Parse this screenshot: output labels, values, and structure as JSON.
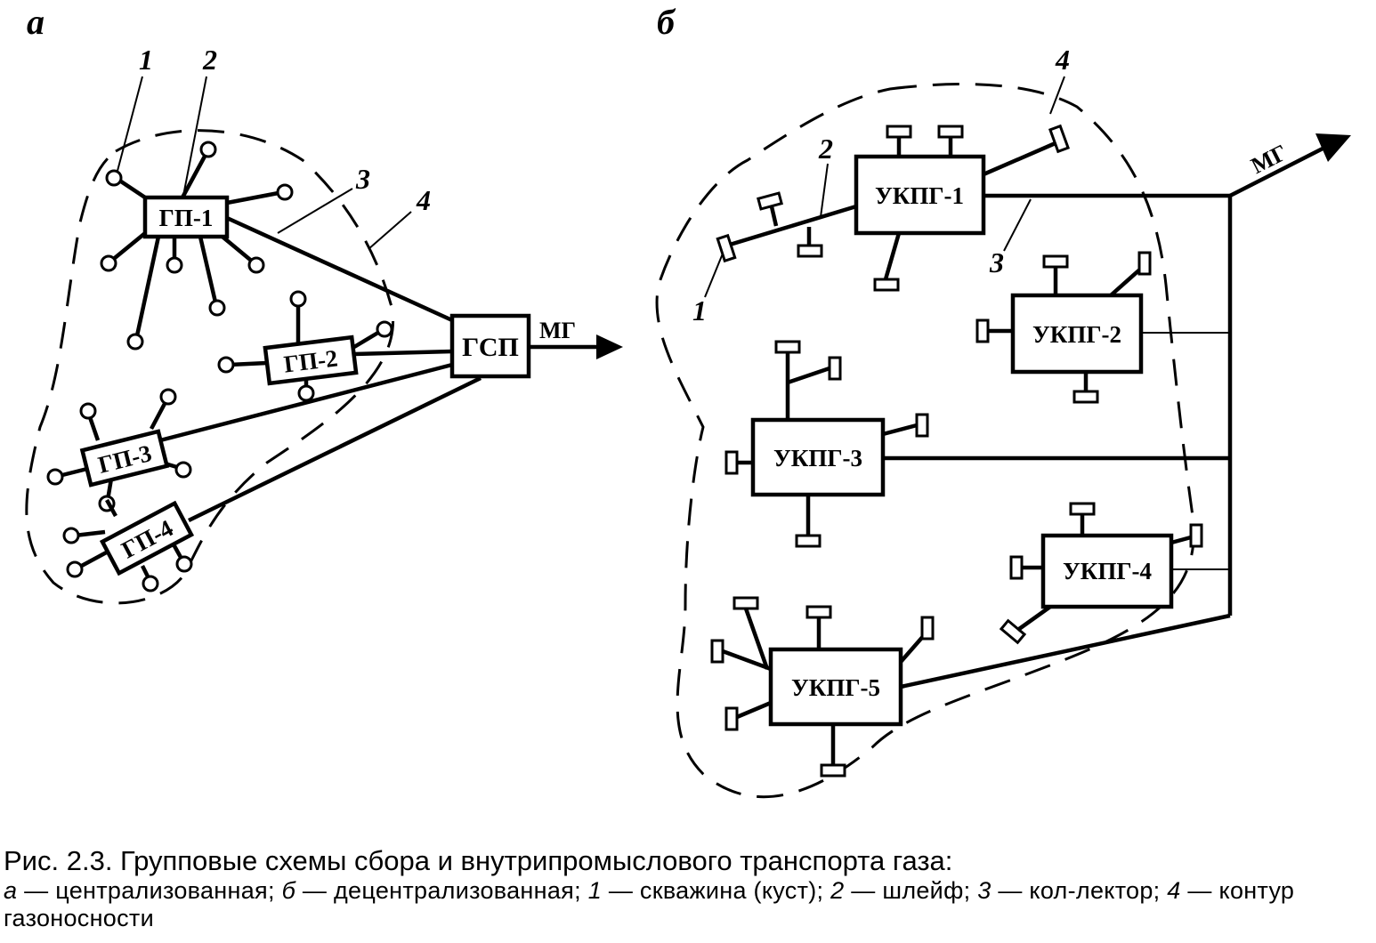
{
  "panels": {
    "a": {
      "letter": "а",
      "callouts": [
        "1",
        "2",
        "3",
        "4"
      ],
      "stations": [
        "ГП-1",
        "ГП-2",
        "ГП-3",
        "ГП-4"
      ],
      "central": "ГСП",
      "outlet": "МГ"
    },
    "b": {
      "letter": "б",
      "callouts": [
        "1",
        "2",
        "3",
        "4"
      ],
      "stations": [
        "УКПГ-1",
        "УКПГ-2",
        "УКПГ-3",
        "УКПГ-4",
        "УКПГ-5"
      ],
      "outlet": "МГ"
    }
  },
  "caption": {
    "title": "Рис. 2.3. Групповые схемы сбора и внутрипромыслового транспорта газа:",
    "items": [
      {
        "letter": "а",
        "text": " — централизованная; "
      },
      {
        "letter": "б",
        "text": " — децентрализованная; "
      },
      {
        "letter": "1",
        "text": " — скважина (куст); "
      },
      {
        "letter": "2",
        "text": " — шлейф; "
      },
      {
        "letter": "3",
        "text": " — кол-лектор; "
      },
      {
        "letter": "4",
        "text": " — контур газоносности"
      }
    ]
  }
}
